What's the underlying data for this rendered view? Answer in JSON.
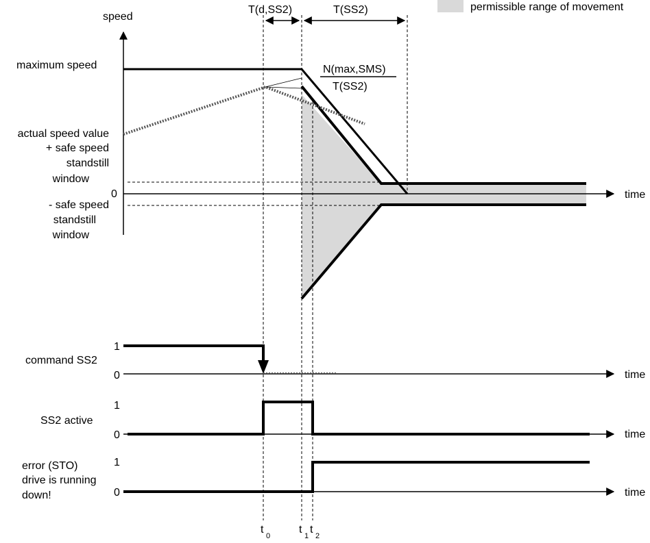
{
  "legend": {
    "label": "permissible range of movement",
    "swatch_color": "#d9d9d9"
  },
  "speed_plot": {
    "y_axis_label": "speed",
    "x_axis_label": "time",
    "zero_label": "0",
    "maximum_speed_label": "maximum speed",
    "actual_speed_label": "actual speed value",
    "plus_window_label": [
      "+ safe speed",
      "standstill",
      "window"
    ],
    "minus_window_label": [
      "- safe speed",
      "standstill",
      "window"
    ],
    "slope_numerator": "N(max,SMS)",
    "slope_denominator": "T(SS2)"
  },
  "time_markers": {
    "delay_label": "T(d,SS2)",
    "ss2_duration_label": "T(SS2)",
    "t0": {
      "base": "t",
      "sub": "0"
    },
    "t1": {
      "base": "t",
      "sub": "1"
    },
    "t2": {
      "base": "t",
      "sub": "2"
    }
  },
  "signals": [
    {
      "name": "command SS2",
      "name_lines": [
        "command SS2"
      ],
      "high": "1",
      "low": "0",
      "axis_label": "time"
    },
    {
      "name": "SS2 active",
      "name_lines": [
        "SS2 active"
      ],
      "high": "1",
      "low": "0",
      "axis_label": "time"
    },
    {
      "name": "error (STO) drive is running down!",
      "name_lines": [
        "error (STO)",
        "drive is running",
        "down!"
      ],
      "high": "1",
      "low": "0",
      "axis_label": "time"
    }
  ],
  "colors": {
    "line": "#000000",
    "shade": "#d9d9d9",
    "dotted": "#555555"
  }
}
